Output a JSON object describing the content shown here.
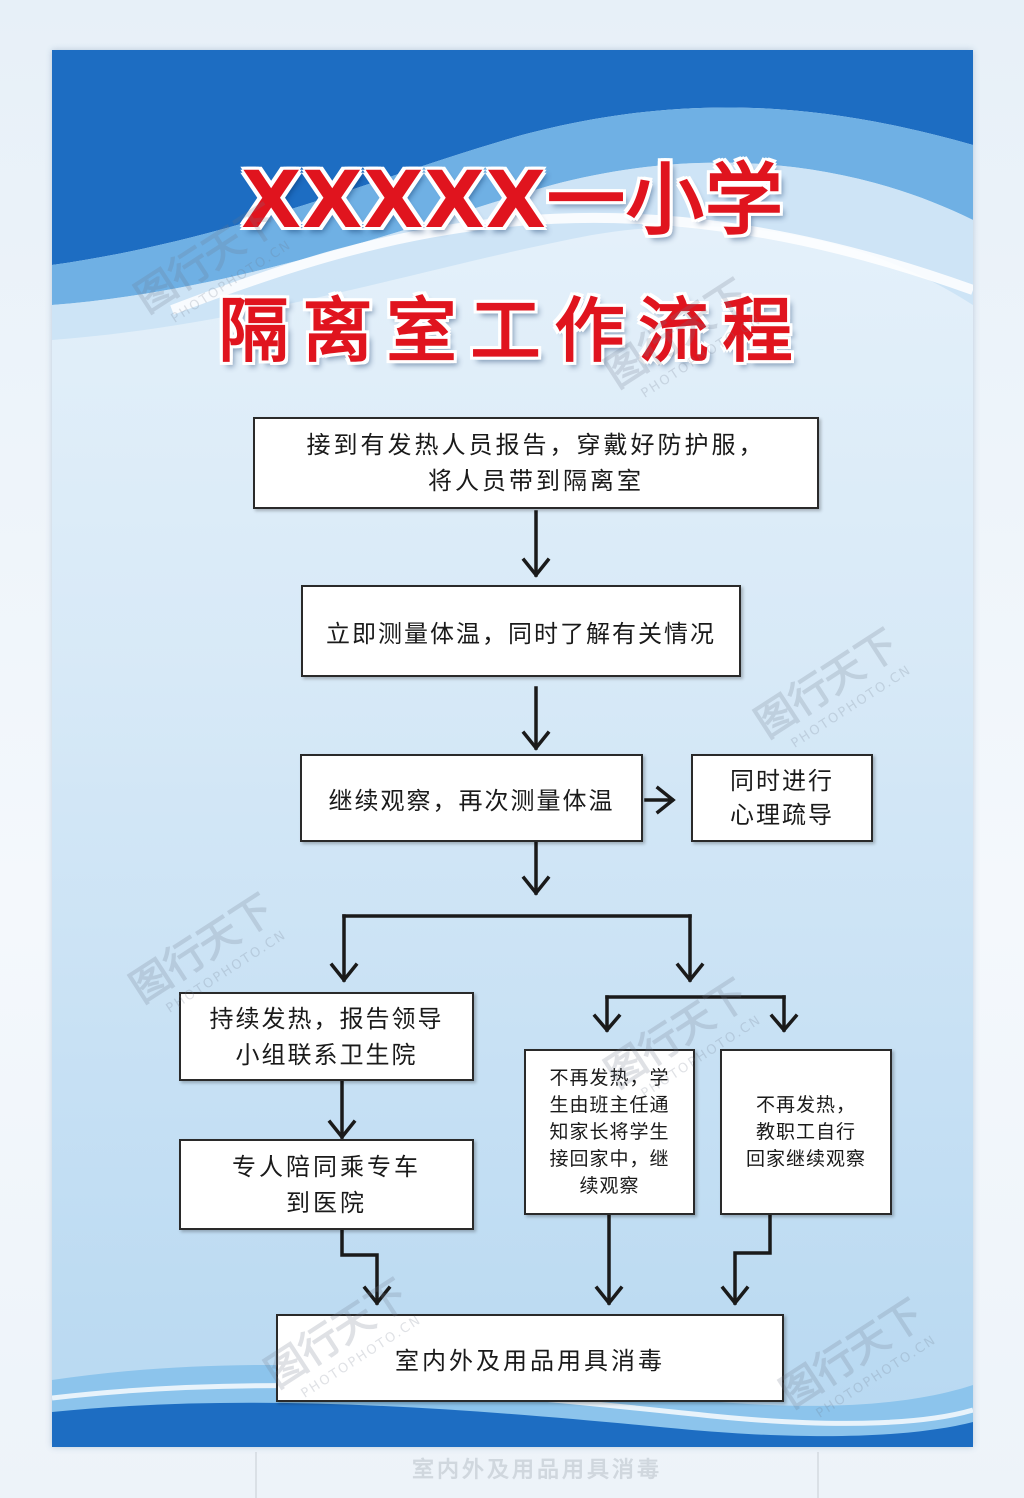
{
  "poster": {
    "school_name": "XXXXX一小学",
    "title": "隔离室工作流程"
  },
  "steps": {
    "receive_report": "接到有发热人员报告，穿戴好防护服，\n将人员带到隔离室",
    "measure_temp": "立即测量体温，同时了解有关情况",
    "continue_observe": "继续观察，再次测量体温",
    "psych_counsel": "同时进行\n心理疏导",
    "fever_persists": "持续发热，报告领导\n小组联系卫生院",
    "escort_hospital": "专人陪同乘专车\n到医院",
    "student_no_fever": "不再发热，学\n生由班主任通\n知家长将学生\n接回家中，继\n续观察",
    "staff_no_fever": "不再发热，\n教职工自行\n回家继续观察",
    "disinfect": "室内外及用品用具消毒"
  },
  "watermark": {
    "cn": "图行天下",
    "en": "PHOTOPHOTO.CN"
  },
  "colors": {
    "title_red": "#e0141e",
    "wave_blue": "#1a6ec0",
    "box_border": "#2a2a2a",
    "arrow": "#1a1a1a"
  }
}
